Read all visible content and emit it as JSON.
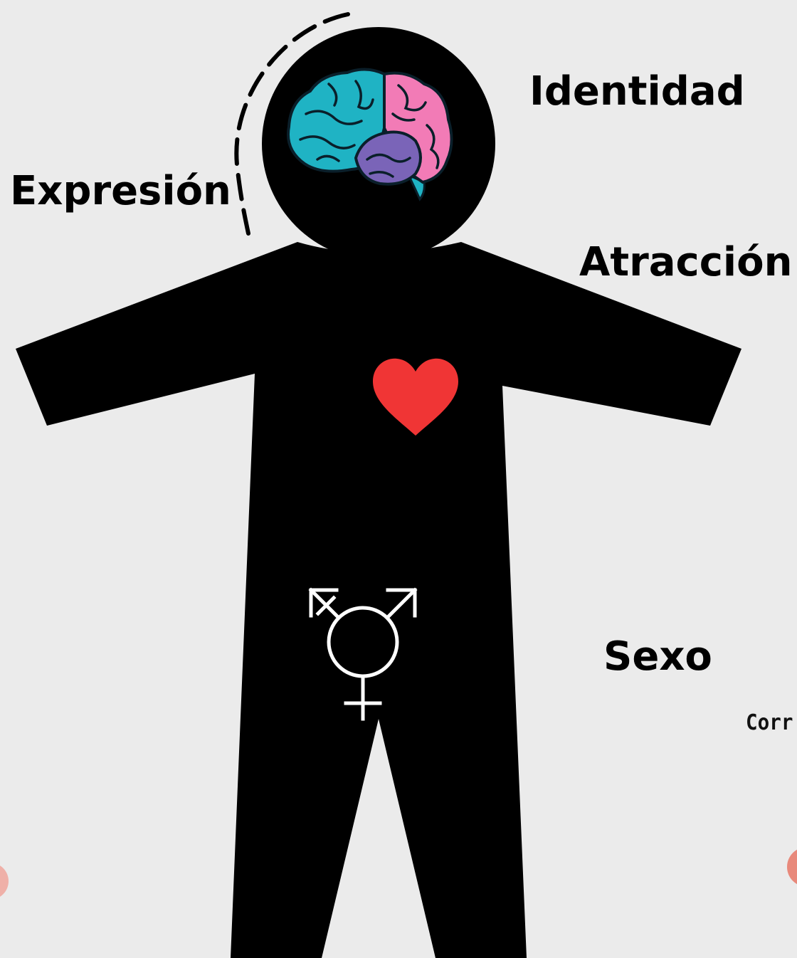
{
  "labels": {
    "identidad": "Identidad",
    "expresion": "Expresión",
    "atraccion": "Atracción",
    "sexo": "Sexo",
    "partial_text": "Corr"
  },
  "icons": {
    "figure": "human-silhouette",
    "brain": "brain-icon",
    "heart": "heart-icon",
    "sex_symbol": "transgender-symbol-icon"
  },
  "colors": {
    "background": "#ebebeb",
    "figure": "#000000",
    "text": "#000000",
    "heart": "#f03535",
    "brain_cyan": "#1fb3c4",
    "brain_pink": "#f27bb6",
    "brain_purple": "#7a64b8",
    "symbol": "#ffffff",
    "edge_blob": "#efb0a8"
  }
}
